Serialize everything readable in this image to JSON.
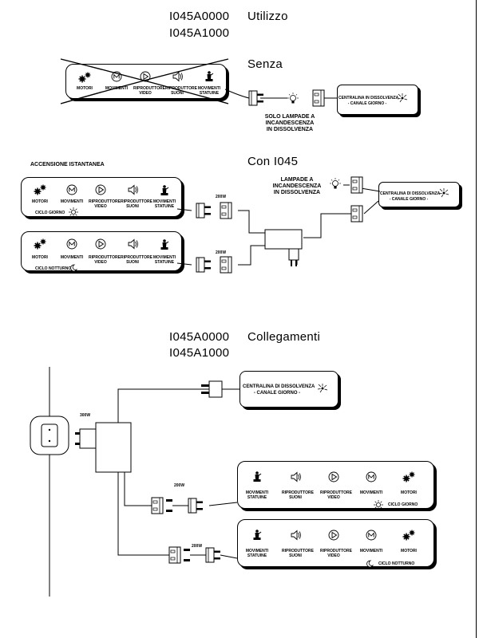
{
  "header1": {
    "code_a": "I045A0000",
    "code_b": "I045A1000",
    "title": "Utilizzo"
  },
  "senza": {
    "title": "Senza",
    "panel_labels": [
      "MOTORI",
      "MOVIMENTI",
      "RIPRODUTTORE VIDEO",
      "RIPRODUTTORE SUONI",
      "MOVIMENTI STATUINE"
    ],
    "note": [
      "SOLO LAMPADE A",
      "INCANDESCENZA",
      "IN DISSOLVENZA"
    ],
    "central_line1": "CENTRALINA IN DISSOLVENZA",
    "central_line2": "- CANALE GIORNO -"
  },
  "con": {
    "title": "Con I045",
    "accensione": "ACCENSIONE ISTANTANEA",
    "note": [
      "LAMPADE A",
      "INCANDESCENZA",
      "IN DISSOLVENZA"
    ],
    "central_line1": "CENTRALINA DI DISSOLVENZA",
    "central_line2": "- CANALE GIORNO -",
    "panel_labels": [
      "MOTORI",
      "MOVIMENTI",
      "RIPRODUTTORE VIDEO",
      "RIPRODUTTORE SUONI",
      "MOVIMENTI STATUINE"
    ],
    "ciclo_giorno": "CICLO GIORNO",
    "ciclo_notturno": "CICLO NOTTURNO",
    "watt1": "200W",
    "watt2": "200W"
  },
  "header2": {
    "code_a": "I045A0000",
    "code_b": "I045A1000",
    "title": "Collegamenti"
  },
  "collegamenti": {
    "central_line1": "CENTRALINA DI DISSOLVENZA",
    "central_line2": "- CANALE GIORNO -",
    "adapter_watt": "300W",
    "watt1": "200W",
    "watt2": "200W",
    "panel_labels": [
      "MOVIMENTI STATUINE",
      "RIPRODUTTORE SUONI",
      "RIPRODUTTORE VIDEO",
      "MOVIMENTI",
      "MOTORI"
    ],
    "ciclo_giorno": "CICLO GIORNO",
    "ciclo_notturno": "CICLO NOTTURNO"
  },
  "icons": [
    "gears-icon",
    "movement-icon",
    "video-play-icon",
    "speaker-icon",
    "statue-icon",
    "sun-icon",
    "moon-icon",
    "bulb-icon",
    "plug-icon",
    "socket-icon",
    "adapter-icon"
  ]
}
